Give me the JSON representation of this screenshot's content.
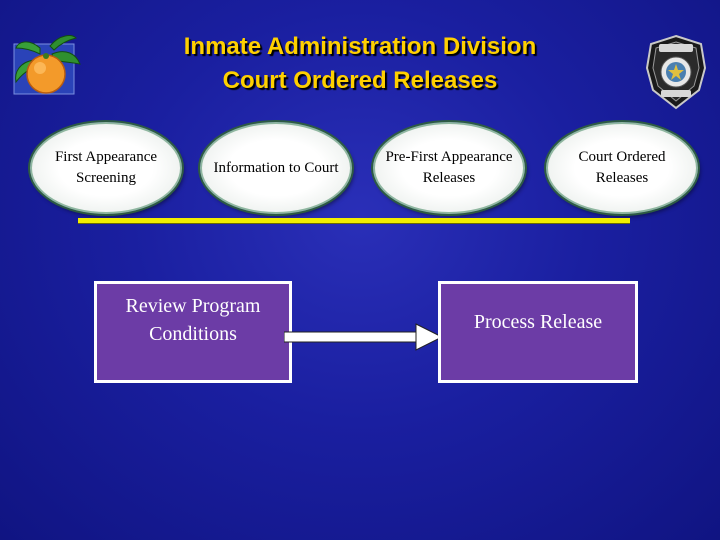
{
  "title": {
    "line1": "Inmate Administration Division",
    "line2": "Court Ordered Releases"
  },
  "steps": [
    {
      "label": "First Appearance Screening"
    },
    {
      "label": "Information to Court"
    },
    {
      "label": "Pre-First Appearance Releases"
    },
    {
      "label": "Court Ordered Releases"
    }
  ],
  "boxes": {
    "left": "Review Program Conditions",
    "right": "Process Release"
  },
  "colors": {
    "background": "#1a1fa0",
    "title": "#ffd000",
    "timeline": "#f2ee00",
    "box_fill": "#6c3ca6"
  },
  "icons": {
    "left_logo": "orange-icon",
    "right_logo": "sheriff-badge-icon"
  }
}
